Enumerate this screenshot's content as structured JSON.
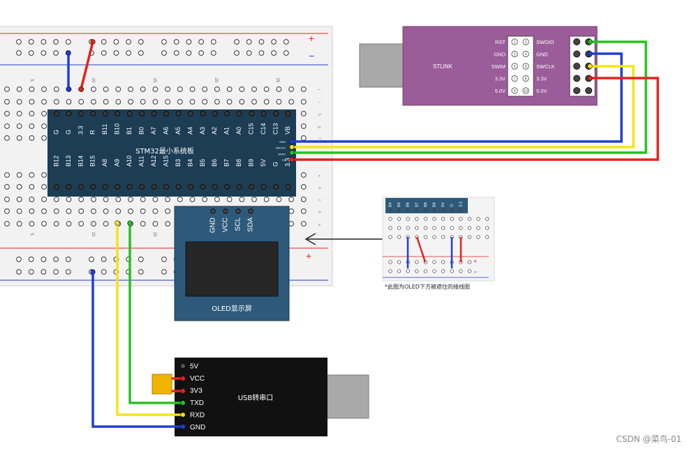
{
  "stm32": {
    "title": "STM32最小系统板",
    "top_pins": [
      "G",
      "G",
      "3.3",
      "R",
      "B11",
      "B10",
      "B1",
      "B0",
      "A7",
      "A6",
      "A5",
      "A4",
      "A3",
      "A2",
      "A1",
      "A0",
      "C15",
      "C14",
      "C13",
      "VB"
    ],
    "bottom_pins": [
      "B12",
      "B13",
      "B14",
      "B15",
      "A8",
      "A9",
      "A10",
      "A11",
      "A12",
      "A15",
      "B3",
      "B4",
      "B5",
      "B6",
      "B7",
      "B8",
      "B9",
      "5V",
      "G",
      "3.3"
    ],
    "side_pins": [
      "GND",
      "SWCLK",
      "SWIO",
      "3.3"
    ]
  },
  "stlink": {
    "title": "STLINK",
    "left_labels": [
      "RST",
      "GND",
      "SWIM",
      "3.3V",
      "5.0V"
    ],
    "right_labels": [
      "SWDIO",
      "GND",
      "SWCLK",
      "3.3V",
      "5.0V"
    ],
    "pin_numbers": [
      "1",
      "2",
      "3",
      "4",
      "5",
      "6",
      "7",
      "8",
      "9",
      "10"
    ]
  },
  "oled": {
    "title": "OLED显示屏",
    "pins": [
      "GND",
      "VCC",
      "SCL",
      "SDA"
    ]
  },
  "usb_serial": {
    "title": "USB转串口",
    "pins": [
      "5V",
      "VCC",
      "3V3",
      "TXD",
      "RXD",
      "GND"
    ]
  },
  "breadboard": {
    "plus": "+",
    "minus": "−",
    "row_numbers": [
      "5",
      "10",
      "15",
      "20",
      "25"
    ],
    "side_letters": [
      "a",
      "b",
      "c",
      "d",
      "e",
      "f",
      "g",
      "h",
      "i",
      "j"
    ]
  },
  "inset": {
    "pins": [
      "B4",
      "B5",
      "B6",
      "B7",
      "B8",
      "B9",
      "5V",
      "G",
      "3.3"
    ],
    "caption": "*此图为OLED下方被遮住的接线图",
    "plus": "+",
    "minus": "−"
  },
  "watermark": "CSDN @菜鸟-01",
  "colors": {
    "wire_blue": "#1f3fd6",
    "wire_red": "#e3231c",
    "wire_yellow": "#f5e50f",
    "wire_green": "#27c21e",
    "stm32_board": "#1c3d54",
    "stlink_body": "#9b5c9a",
    "oled_body": "#2d5a7a",
    "usb_body": "#111111"
  }
}
